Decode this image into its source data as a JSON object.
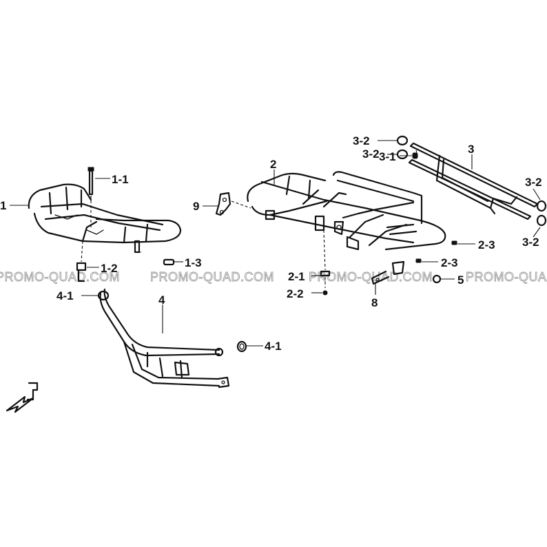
{
  "watermarks": [
    "PROMO-QUAD.COM",
    "PROMO-QUAD.COM",
    "PROMO-QUAD.COM",
    "PROMO-QUAD.COM"
  ],
  "labels": {
    "front_rack": "1",
    "bolt": "1-1",
    "clip": "1-2",
    "nut_front": "1-3",
    "rear_rack": "2",
    "rear_bolt": "2-1",
    "rear_nut": "2-2",
    "rear_washer_a": "2-3",
    "rear_washer_b": "2-3",
    "side_bar": "3",
    "bar_screw": "3-1",
    "cap_a": "3-2",
    "cap_b": "3-2",
    "cap_c": "3-2",
    "cap_d": "3-2",
    "bumper": "4",
    "grip_left": "4-1",
    "grip_right": "4-1",
    "nut": "5",
    "bracket": "8",
    "hook": "9"
  }
}
